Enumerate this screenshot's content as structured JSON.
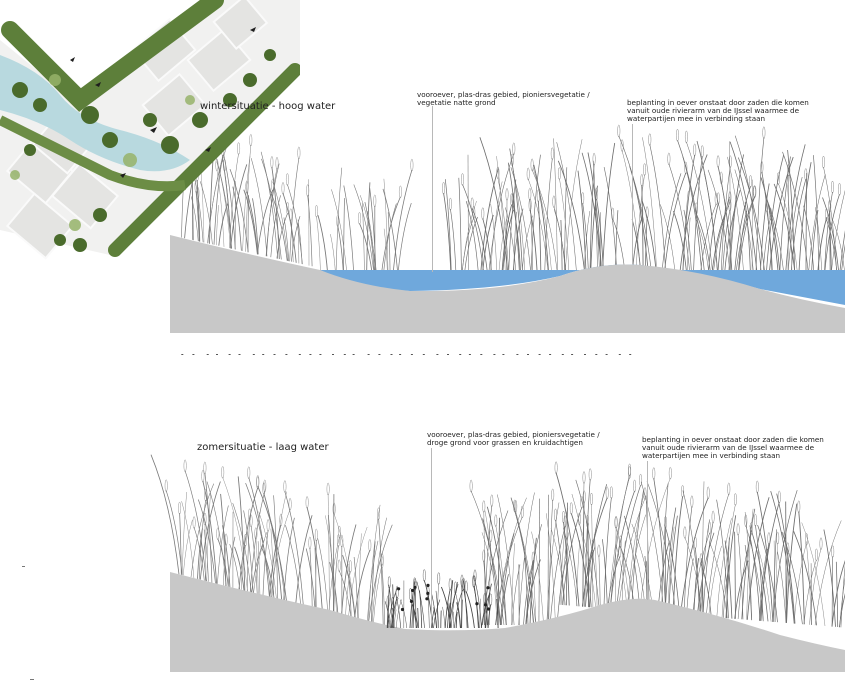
{
  "winter": {
    "title": "wintersituatie - hoog water",
    "note_left": [
      "vooroever, plas-dras gebied, pioniersvegetatie /",
      "vegetatie natte grond"
    ],
    "note_right": [
      "beplanting in oever onstaat door zaden die komen",
      "vanuit oude rivierarm van de IJssel waarmee de",
      "waterpartijen mee in verbinding staan"
    ]
  },
  "summer": {
    "title": "zomersituatie - laag water",
    "note_left": [
      "vooroever, plas-dras gebied, pioniersvegetatie /",
      "droge grond voor grassen en kruidachtigen"
    ],
    "note_right": [
      "beplanting in oever onstaat door zaden die komen",
      "vanuit oude rivierarm van de IJssel waarmee de",
      "waterpartijen mee in verbinding staan"
    ]
  },
  "colors": {
    "ground": "#c8c8c8",
    "water": "#6fa8dc",
    "vegetation": "#5d7f3a",
    "plan_water": "#b8d9df"
  },
  "icons": [
    "site-plan-map",
    "grass-vegetation",
    "reed-vegetation"
  ]
}
